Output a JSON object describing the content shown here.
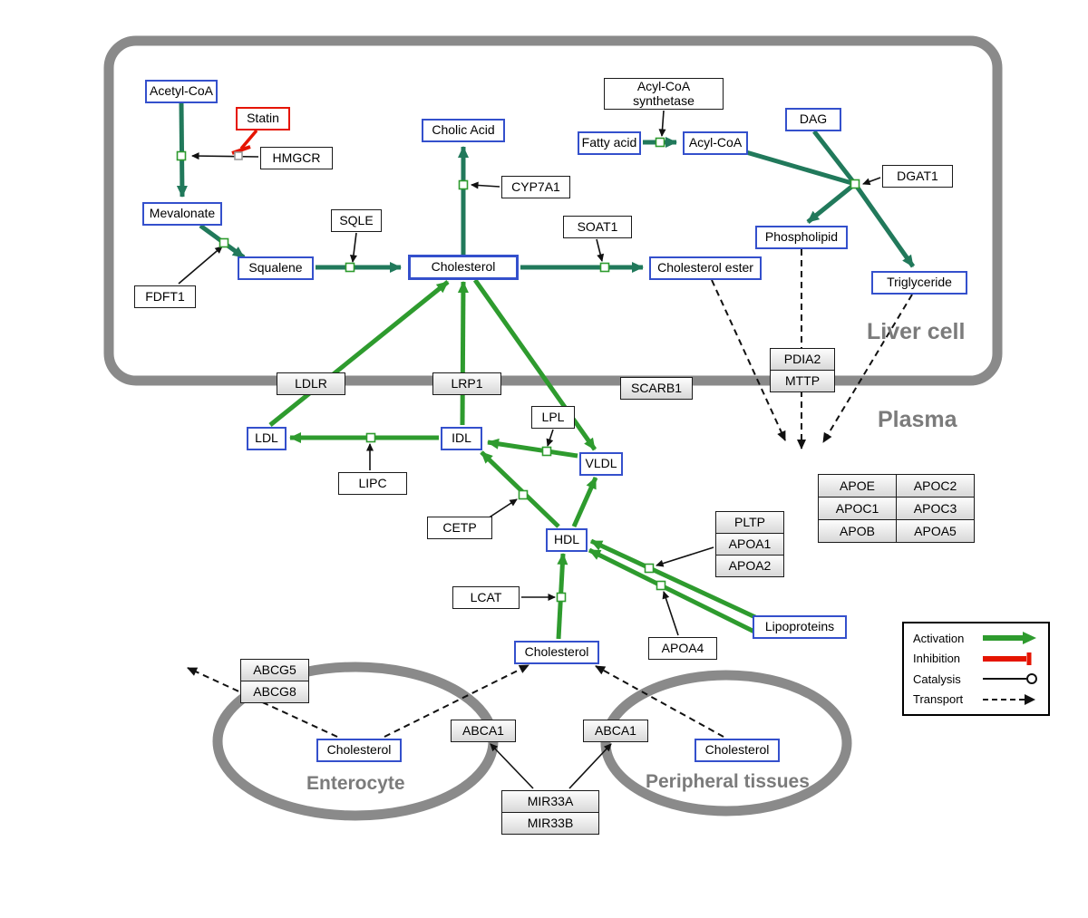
{
  "compartments": {
    "liver": "Liver cell",
    "plasma": "Plasma",
    "enterocyte": "Enterocyte",
    "peripheral": "Peripheral tissues"
  },
  "metabolites": {
    "acetyl_coa": "Acetyl-CoA",
    "mevalonate": "Mevalonate",
    "squalene": "Squalene",
    "cholic_acid": "Cholic Acid",
    "cholesterol_liver": "Cholesterol",
    "fatty_acid": "Fatty acid",
    "acyl_coa": "Acyl-CoA",
    "dag": "DAG",
    "phospholipid": "Phospholipid",
    "cholesterol_ester": "Cholesterol ester",
    "triglyceride": "Triglyceride",
    "ldl": "LDL",
    "idl": "IDL",
    "vldl": "VLDL",
    "hdl": "HDL",
    "cholesterol_plasma": "Cholesterol",
    "cholesterol_enterocyte": "Cholesterol",
    "cholesterol_peripheral": "Cholesterol",
    "lipoproteins": "Lipoproteins"
  },
  "genes": {
    "statin": "Statin",
    "hmgcr": "HMGCR",
    "sqle": "SQLE",
    "fdft1": "FDFT1",
    "cyp7a1": "CYP7A1",
    "acyl_coa_synthetase": "Acyl-CoA synthetase",
    "dgat1": "DGAT1",
    "soat1": "SOAT1",
    "pdia2": "PDIA2",
    "mttp": "MTTP",
    "ldlr": "LDLR",
    "lrp1": "LRP1",
    "scarb1": "SCARB1",
    "lpl": "LPL",
    "lipc": "LIPC",
    "cetp": "CETP",
    "lcat": "LCAT",
    "pltp": "PLTP",
    "apoa1": "APOA1",
    "apoa2": "APOA2",
    "apoa4": "APOA4",
    "abcg5": "ABCG5",
    "abcg8": "ABCG8",
    "abca1_enterocyte": "ABCA1",
    "abca1_peripheral": "ABCA1",
    "mir33a": "MIR33A",
    "mir33b": "MIR33B"
  },
  "apo_table": [
    [
      "APOE",
      "APOC2"
    ],
    [
      "APOC1",
      "APOC3"
    ],
    [
      "APOB",
      "APOA5"
    ]
  ],
  "legend": {
    "activation": "Activation",
    "inhibition": "Inhibition",
    "catalysis": "Catalysis",
    "transport": "Transport"
  },
  "colors": {
    "activation_green": "#2E9B2E",
    "metabolic_green": "#21795B",
    "inhibition_red": "#E51400",
    "metabolite_border": "#3450CC",
    "compartment_gray": "#8A8A8A"
  }
}
